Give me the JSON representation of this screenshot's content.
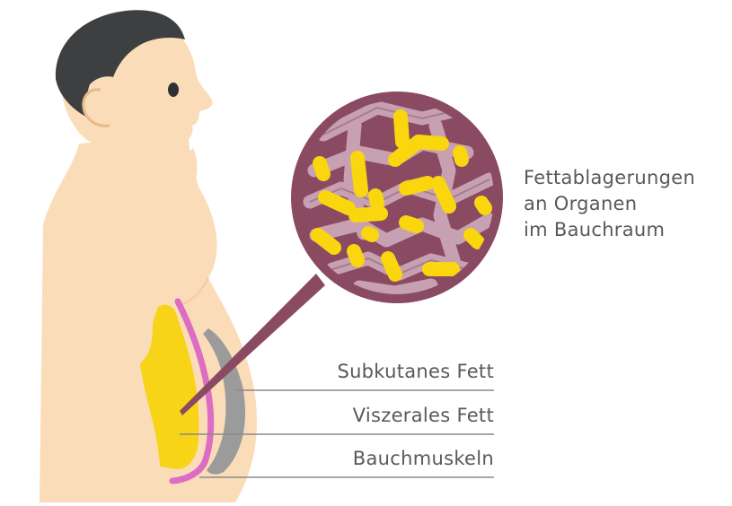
{
  "colors": {
    "skin": "#fbdcb8",
    "hair": "#3e3f41",
    "eye": "#2f3033",
    "ear_line": "#e7b98f",
    "visceral_fat": "#f7d418",
    "muscle": "#dd6cc3",
    "subcutaneous": "#9b9b9b",
    "magnifier_bg": "#8a4a62",
    "organ": "#c7a1b1",
    "organ_line": "#a87c90",
    "fat_blob": "#f9d60d",
    "label_text": "#58595b",
    "leader_line": "#8a8a8a"
  },
  "callout": {
    "lines": [
      "Fettablagerungen",
      "an Organen",
      "im Bauchraum"
    ]
  },
  "layers": {
    "subkutan": "Subkutanes Fett",
    "viszeral": "Viszerales Fett",
    "muskel": "Bauchmuskeln"
  },
  "icons": {
    "magnifier": "magnifier-circle",
    "person": "person-profile-illustration"
  }
}
